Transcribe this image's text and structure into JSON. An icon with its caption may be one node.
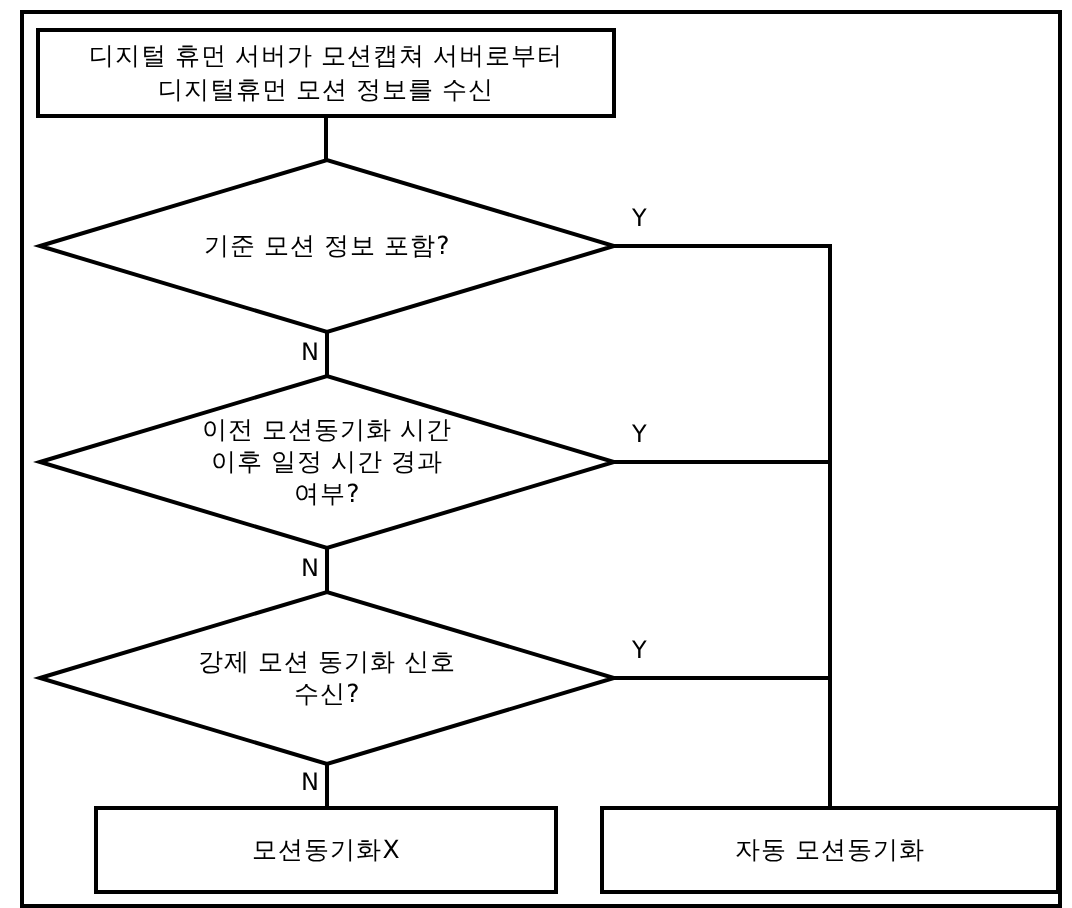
{
  "diagram": {
    "nodes": [
      {
        "text": [
          "디지털 휴먼 서버가 모션캡쳐 서버로부터 디지털휴먼 모션 정보를 수신"
        ]
      },
      {
        "text": [
          "기준 모션 정보 포함?"
        ]
      },
      {
        "text": [
          "이전 모션동기화 시간 이후 일정 시간 경과 여부?"
        ]
      },
      {
        "text": [
          "강제 모션 동기화 신호 수신?"
        ]
      },
      {
        "text": [
          "모션동기화X"
        ]
      },
      {
        "text": [
          "자동 모션동기화"
        ]
      }
    ],
    "edges": [
      {
        "from": 0,
        "to": 1,
        "arrow": "none"
      },
      {
        "from": 1,
        "to": 2,
        "arrow": "none",
        "label": "N"
      },
      {
        "from": 2,
        "to": 3,
        "arrow": "none",
        "label": "N"
      },
      {
        "from": 3,
        "to": 4,
        "arrow": "none",
        "label": "N"
      },
      {
        "from": 1,
        "to": 5,
        "arrow": "none",
        "label": "Y"
      },
      {
        "from": 2,
        "to": 5,
        "arrow": "none",
        "label": "Y"
      },
      {
        "from": 3,
        "to": 5,
        "arrow": "none",
        "label": "Y"
      }
    ]
  }
}
